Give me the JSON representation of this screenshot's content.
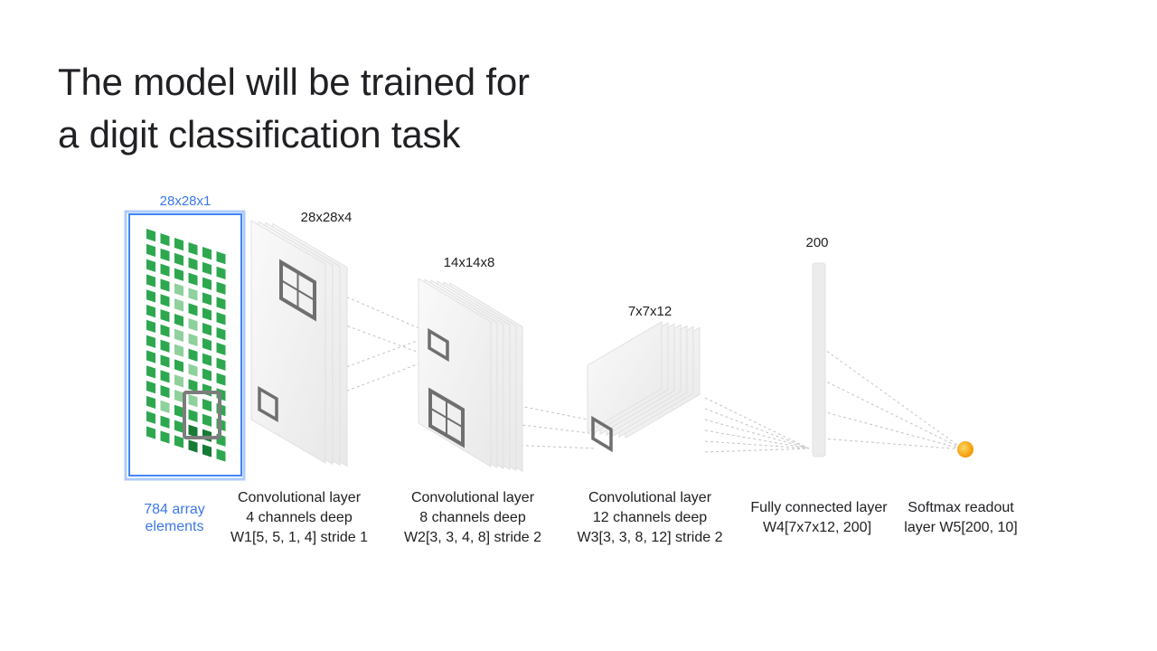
{
  "slide": {
    "title_line1": "The model will be trained for",
    "title_line2": "a digit classification task"
  },
  "diagram": {
    "input": {
      "dims": "28x28x1",
      "caption_line1": "784 array",
      "caption_line2": "elements",
      "accent_color": "#3b78e7",
      "cell_color": "#2ea84f",
      "cell_light_color": "#8ed19c",
      "cell_dark_color": "#177a35"
    },
    "layers": [
      {
        "dims": "28x28x4",
        "caption_line1": "Convolutional layer",
        "caption_line2": "4 channels deep",
        "caption_line3": "W1[5, 5, 1, 4] stride 1"
      },
      {
        "dims": "14x14x8",
        "caption_line1": "Convolutional layer",
        "caption_line2": "8 channels deep",
        "caption_line3": "W2[3, 3, 4, 8] stride 2"
      },
      {
        "dims": "7x7x12",
        "caption_line1": "Convolutional layer",
        "caption_line2": "12 channels deep",
        "caption_line3": "W3[3, 3, 8, 12] stride 2"
      },
      {
        "dims": "200",
        "caption_line1": "Fully connected layer",
        "caption_line2": "W4[7x7x12, 200]"
      },
      {
        "caption_line1": "Softmax readout",
        "caption_line2": "layer W5[200, 10]",
        "node_color": "#f9ab00"
      }
    ]
  }
}
